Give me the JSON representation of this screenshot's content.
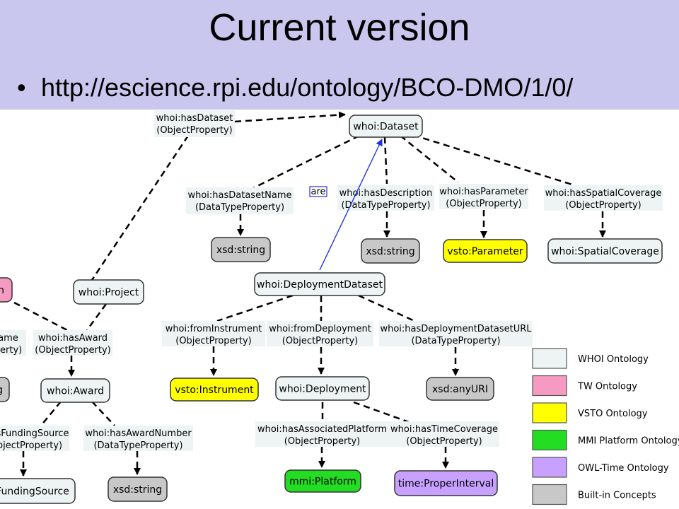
{
  "slide": {
    "title": "Current version",
    "bullet": "http://escience.rpi.edu/ontology/BCO-DMO/1/0/"
  },
  "colors": {
    "header_bg": "#c9c7ee",
    "whoi": "#eef4f4",
    "tw": "#f59ac1",
    "vsto": "#ffff00",
    "mmi": "#22dd22",
    "owl_time": "#c8a0ff",
    "builtin": "#c8c8c8",
    "blue_arrow": "#2233dd"
  },
  "diagram": {
    "nodes": [
      {
        "id": "dataset",
        "label": "whoi:Dataset",
        "kind": "whoi"
      },
      {
        "id": "xsd1",
        "label": "xsd:string",
        "kind": "builtin"
      },
      {
        "id": "xsd2",
        "label": "xsd:string",
        "kind": "builtin"
      },
      {
        "id": "vstoparam",
        "label": "vsto:Parameter",
        "kind": "vsto"
      },
      {
        "id": "spatial",
        "label": "whoi:SpatialCoverage",
        "kind": "whoi"
      },
      {
        "id": "depds",
        "label": "whoi:DeploymentDataset",
        "kind": "whoi"
      },
      {
        "id": "project",
        "label": "whoi:Project",
        "kind": "whoi"
      },
      {
        "id": "person",
        "label": "n",
        "kind": "tw"
      },
      {
        "id": "award",
        "label": "whoi:Award",
        "kind": "whoi"
      },
      {
        "id": "leftg",
        "label": "g",
        "kind": "builtin"
      },
      {
        "id": "instr",
        "label": "vsto:Instrument",
        "kind": "vsto"
      },
      {
        "id": "deployment",
        "label": "whoi:Deployment",
        "kind": "whoi"
      },
      {
        "id": "anyuri",
        "label": "xsd:anyURI",
        "kind": "builtin"
      },
      {
        "id": "funding",
        "label": "FundingSource",
        "kind": "whoi"
      },
      {
        "id": "xsd3",
        "label": "xsd:string",
        "kind": "builtin"
      },
      {
        "id": "platform",
        "label": "mmi:Platform",
        "kind": "mmi"
      },
      {
        "id": "interval",
        "label": "time:ProperInterval",
        "kind": "owl_time"
      }
    ],
    "props": [
      {
        "id": "hasDataset",
        "name": "whoi:hasDataset",
        "type": "(ObjectProperty)"
      },
      {
        "id": "hasDatasetName",
        "name": "whoi:hasDatasetName",
        "type": "(DataTypeProperty)"
      },
      {
        "id": "hasDescription",
        "name": "whoi:hasDescription",
        "type": "(DataTypeProperty)"
      },
      {
        "id": "hasParameter",
        "name": "whoi:hasParameter",
        "type": "(ObjectProperty)"
      },
      {
        "id": "hasSpatial",
        "name": "whoi:hasSpatialCoverage",
        "type": "(ObjectProperty)"
      },
      {
        "id": "hasAward",
        "name": "whoi:hasAward",
        "type": "(ObjectProperty)"
      },
      {
        "id": "twname",
        "name": "ame",
        "type": "perty)"
      },
      {
        "id": "fromInstrument",
        "name": "whoi:fromInstrument",
        "type": "(ObjectProperty)"
      },
      {
        "id": "fromDeployment",
        "name": "whoi:fromDeployment",
        "type": "(ObjectProperty)"
      },
      {
        "id": "hasDepURL",
        "name": "whoi:hasDeploymentDatasetURL",
        "type": "(DataTypeProperty)"
      },
      {
        "id": "hasFunding",
        "name": "asFundingSource",
        "type": "bjectProperty)"
      },
      {
        "id": "hasAwardNumber",
        "name": "whoi:hasAwardNumber",
        "type": "(DataTypeProperty)"
      },
      {
        "id": "hasPlatform",
        "name": "whoi:hasAssociatedPlatform",
        "type": "(ObjectProperty)"
      },
      {
        "id": "hasTime",
        "name": "whoi:hasTimeCoverage",
        "type": "(ObjectProperty)"
      }
    ],
    "are_label": "are"
  },
  "legend": [
    {
      "label": "WHOI Ontology",
      "color": "#eef4f4"
    },
    {
      "label": "TW Ontology",
      "color": "#f59ac1"
    },
    {
      "label": "VSTO Ontology",
      "color": "#ffff00"
    },
    {
      "label": "MMI Platform Ontology",
      "color": "#22dd22"
    },
    {
      "label": "OWL-Time Ontology",
      "color": "#c8a0ff"
    },
    {
      "label": "Built-in Concepts",
      "color": "#c8c8c8"
    }
  ]
}
